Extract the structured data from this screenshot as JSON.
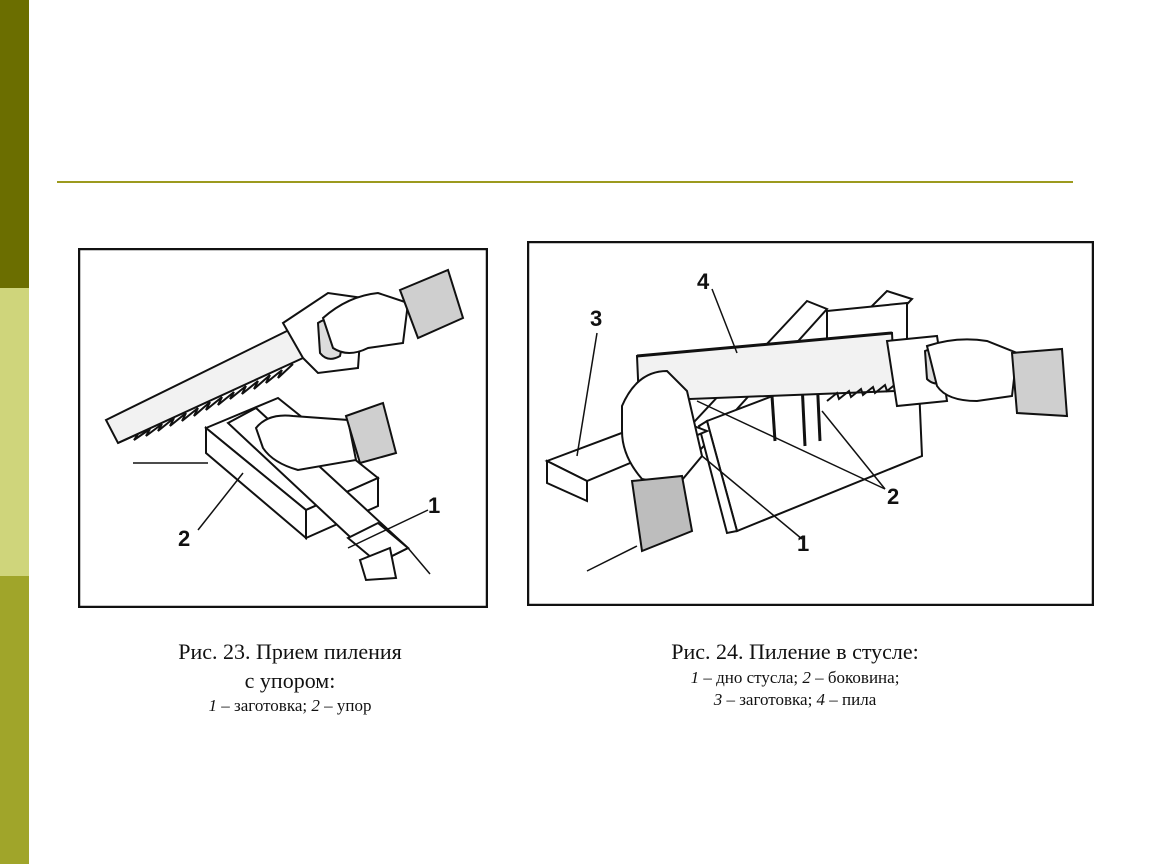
{
  "colors": {
    "band_top": "#6b6e00",
    "band_mid": "#cfd57b",
    "band_bottom": "#a0a52a",
    "rule": "#9c9a1e"
  },
  "figure23": {
    "callouts": {
      "one": "1",
      "two": "2"
    },
    "caption": {
      "line1": "Рис. 23. Прием пиления",
      "line2": "с упором:",
      "legend": [
        {
          "num": "1",
          "text": " – заготовка; "
        },
        {
          "num": "2",
          "text": " – упор"
        }
      ]
    }
  },
  "figure24": {
    "callouts": {
      "one": "1",
      "two": "2",
      "three": "3",
      "four": "4"
    },
    "caption": {
      "line1": "Рис. 24. Пиление в стусле:",
      "legend_row1": [
        {
          "num": "1",
          "text": " – дно стусла; "
        },
        {
          "num": "2",
          "text": " – боковина;"
        }
      ],
      "legend_row2": [
        {
          "num": "3",
          "text": " – заготовка; "
        },
        {
          "num": "4",
          "text": " – пила"
        }
      ]
    }
  }
}
